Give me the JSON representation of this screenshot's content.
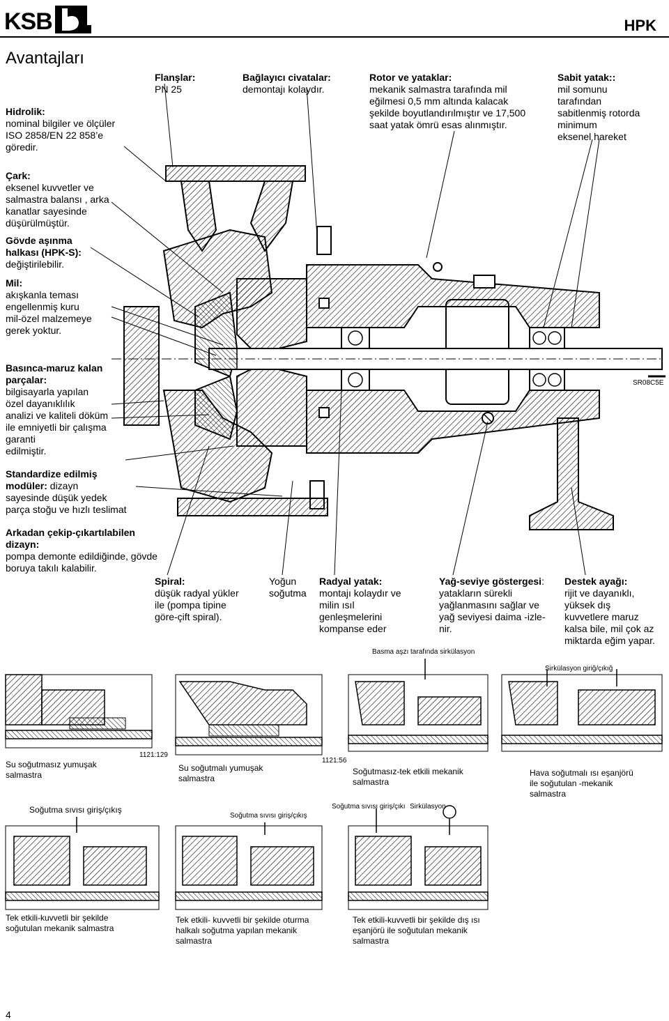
{
  "header": {
    "logo_text": "KSB",
    "product": "HPK"
  },
  "title": "Avantajları",
  "callouts": {
    "hidrolik": {
      "head": "Hidrolik:",
      "body": [
        "nominal bilgiler ve ölçüler",
        "ISO 2858/EN 22 858’e",
        "göredir."
      ]
    },
    "flanslar": {
      "head": "Flanşlar:",
      "body": [
        "PN 25"
      ]
    },
    "baglayici": {
      "head": "Bağlayıcı civatalar:",
      "body": [
        "demontajı kolaydır."
      ]
    },
    "rotor": {
      "head": "Rotor ve yataklar:",
      "body": [
        "mekanik salmastra tarafında mil",
        "eğilmesi 0,5 mm altında kalacak",
        "şekilde boyutlandırılmıştır ve 17,500",
        "saat yatak ömrü esas alınmıştır."
      ]
    },
    "sabit": {
      "head": "Sabit yatak::",
      "body": [
        "mil somunu",
        "tarafından",
        "sabitlenmiş rotorda",
        "minimum",
        "eksenel hareket"
      ]
    },
    "cark": {
      "head": "Çark:",
      "body": [
        "eksenel kuvvetler ve",
        "salmastra balansı , arka",
        "kanatlar sayesinde",
        "düşürülmüştür."
      ]
    },
    "govde": {
      "head": "Gövde aşınma",
      "head2": "halkası (HPK-S):",
      "body": [
        "değiştirilebilir."
      ]
    },
    "mil": {
      "head": "Mil:",
      "body": [
        "akışkanla teması",
        "engellenmiş kuru",
        "mil-özel malzemeye",
        "gerek yoktur."
      ]
    },
    "basinca": {
      "head": "Basınca-maruz kalan",
      "head2": "parçalar:",
      "body": [
        "bilgisayarla yapılan",
        "özel dayanıklılık",
        "analizi ve kaliteli döküm",
        "ile emniyetli bir çalışma",
        "garanti",
        "edilmiştir."
      ]
    },
    "standart": {
      "head": "Standardize edilmiş",
      "head2": "modüler:",
      "body_inline": " dizayn",
      "body": [
        "sayesinde düşük yedek",
        "parça stoğu ve hızlı teslimat"
      ]
    },
    "arkadan": {
      "head": "Arkadan çekip-çıkartılabilen",
      "head2": "dizayn:",
      "body": [
        "pompa demonte edildiğinde, gövde",
        "boruya takılı kalabilir."
      ]
    },
    "spiral": {
      "head": "Spiral:",
      "body": [
        "düşük radyal yükler",
        "ile (pompa tipine",
        "göre-çift spiral)."
      ]
    },
    "yogun": {
      "body": [
        "Yoğun",
        "soğutma"
      ]
    },
    "radyal": {
      "head": "Radyal yatak:",
      "body": [
        "montajı kolaydır ve",
        "milin ısıl",
        "genleşmelerini",
        "kompanse eder"
      ]
    },
    "yag": {
      "head": "Yağ-seviye göstergesi",
      "head_suffix": ":",
      "body": [
        "yatakların sürekli",
        "yağlanmasını sağlar ve",
        "yağ seviyesi daima -izle-",
        "nir."
      ]
    },
    "destek": {
      "head": "Destek ayağı:",
      "body": [
        "rijit ve dayanıklı,",
        "yüksek dış",
        "kuvvetlere maruz",
        "kalsa bile, mil çok az",
        "miktarda eğim yapar."
      ]
    }
  },
  "seal_labels": {
    "basma": "Basma aşzı tarafında sirkülasyon",
    "sirk_giris": "Sirkülasyon  giriğ/çıkığ",
    "p1_caption": [
      "Su soğutmasız yumuşak",
      "salmastra"
    ],
    "p2_caption": [
      "Su soğutmalı yumuşak",
      "salmastra"
    ],
    "p3_caption": [
      "Soğutmasız-tek etkili mekanik",
      "salmastra"
    ],
    "p4_caption": [
      "Hava soğutmalı ısı eşanjörü",
      "ile soğutulan -mekanik",
      "salmastra"
    ],
    "p5_label": "Soğutma sıvısı giriş/çıkış",
    "p6_label": "Soğutma sıvısı giriş/çıkış",
    "p7_label1": "Soğutma sıvısı giriş/çıkı",
    "p7_label2": "Sirkülasyon",
    "p5_caption": [
      "Tek etkili-kuvvetli bir şekilde",
      "soğutulan  mekanik salmastra"
    ],
    "p6_caption": [
      "Tek etkili- kuvvetli bir şekilde oturma",
      "halkalı soğutma yapılan mekanik",
      "salmastra"
    ],
    "p7_caption": [
      "Tek etkili-kuvvetli bir şekilde dış ısı",
      "eşanjörü ile soğutulan mekanik",
      "salmastra"
    ],
    "code1": "1121:129",
    "code2": "1121:56",
    "code3": "SR08C5E"
  },
  "page_number": "4"
}
